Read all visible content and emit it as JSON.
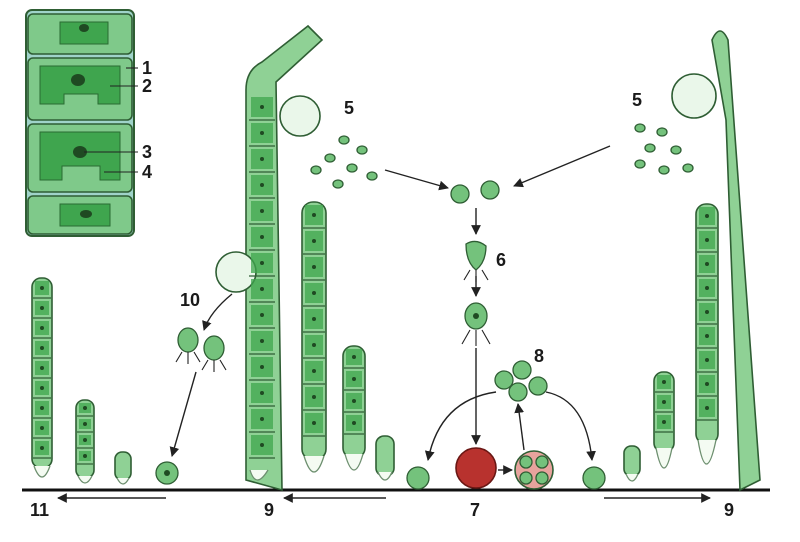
{
  "labels": {
    "l1": "1",
    "l2": "2",
    "l3": "3",
    "l4": "4",
    "l5a": "5",
    "l5b": "5",
    "l6": "6",
    "l7": "7",
    "l8": "8",
    "l9a": "9",
    "l9b": "9",
    "l10": "10",
    "l11": "11"
  },
  "colors": {
    "cell": "#7fc98a",
    "chloroplast": "#3fa54e",
    "zygote": "#b8322e",
    "ground": "#111111"
  }
}
